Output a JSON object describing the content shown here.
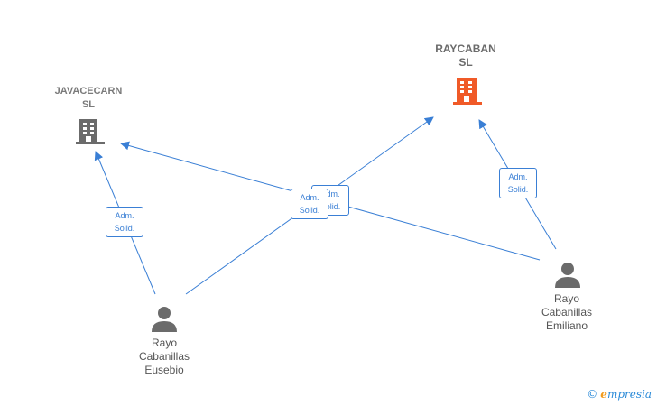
{
  "companies": [
    {
      "id": "javacecarn",
      "line1": "JAVACECARN",
      "line2": "SL",
      "color": "#6b6b6b"
    },
    {
      "id": "raycaban",
      "line1": "RAYCABAN",
      "line2": "SL",
      "color": "#f05a28"
    }
  ],
  "persons": [
    {
      "id": "eusebio",
      "line1": "Rayo",
      "line2": "Cabanillas",
      "line3": "Eusebio"
    },
    {
      "id": "emiliano",
      "line1": "Rayo",
      "line2": "Cabanillas",
      "line3": "Emiliano"
    }
  ],
  "relations": [
    {
      "from": "eusebio",
      "to": "javacecarn",
      "line1": "Adm.",
      "line2": "Solid."
    },
    {
      "from": "eusebio",
      "to": "raycaban",
      "line1": "Adm.",
      "line2": "Solid."
    },
    {
      "from": "emiliano",
      "to": "javacecarn",
      "line1": "Adm.",
      "line2": "Solid."
    },
    {
      "from": "emiliano",
      "to": "raycaban",
      "line1": "Adm.",
      "line2": "Solid."
    }
  ],
  "colors": {
    "edge": "#3a7fd5",
    "person_icon": "#6b6b6b"
  },
  "watermark": {
    "copyright": "©",
    "brand_initial": "e",
    "brand_rest": "mpresia"
  }
}
